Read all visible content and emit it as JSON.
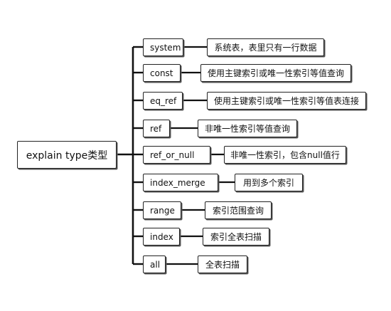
{
  "root": {
    "label": "explain type类型"
  },
  "branches": [
    {
      "type": "system",
      "desc": "系统表，表里只有一行数据"
    },
    {
      "type": "const",
      "desc": "使用主键索引或唯一性索引等值查询"
    },
    {
      "type": "eq_ref",
      "desc": "使用主键索引或唯一性索引等值表连接"
    },
    {
      "type": "ref",
      "desc": "非唯一性索引等值查询"
    },
    {
      "type": "ref_or_null",
      "desc": "非唯一性索引，包含null值行"
    },
    {
      "type": "index_merge",
      "desc": "用到多个索引"
    },
    {
      "type": "range",
      "desc": "索引范围查询"
    },
    {
      "type": "index",
      "desc": "索引全表扫描"
    },
    {
      "type": "all",
      "desc": "全表扫描"
    }
  ]
}
